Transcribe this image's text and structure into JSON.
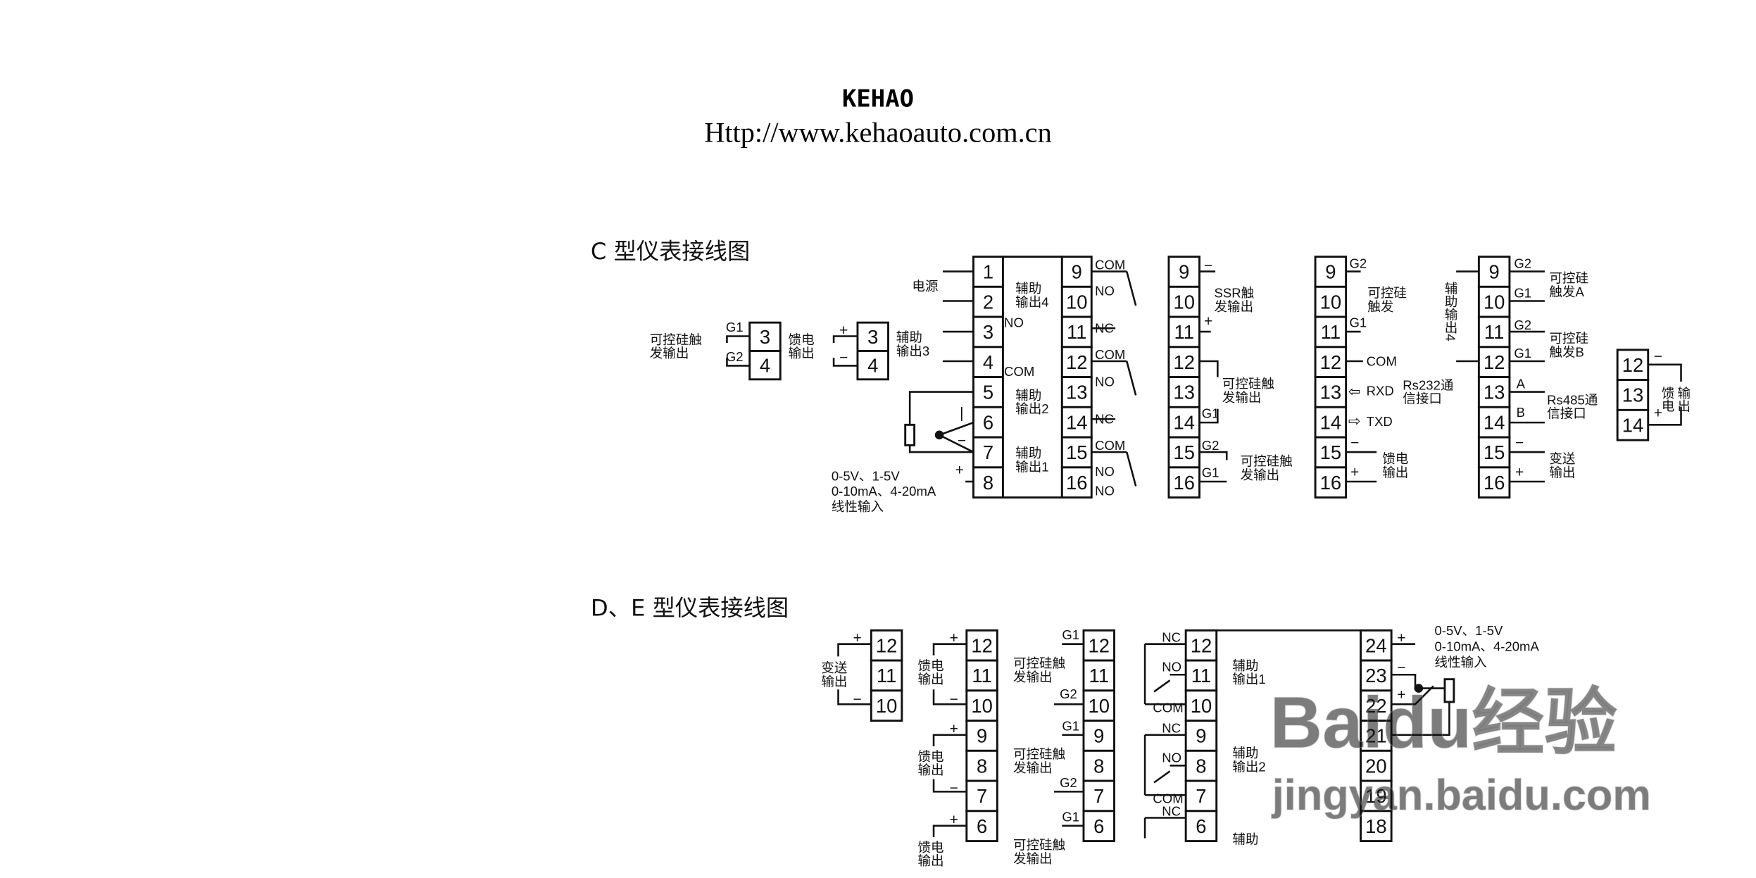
{
  "header": {
    "brand": "KEHAO",
    "url": "Http://www.kehaoauto.com.cn"
  },
  "section_c": {
    "title": "C 型仪表接线图",
    "left_blocks": {
      "scr_output": {
        "label": "可控硅触\n发输出",
        "terminals": [
          "3",
          "4"
        ],
        "pins": [
          "G1",
          "G2"
        ]
      },
      "feed_output": {
        "label": "馈电\n输出",
        "terminals": [
          "3",
          "4"
        ],
        "signs": [
          "+",
          "−"
        ]
      }
    },
    "main_block": {
      "terminals_left": [
        "1",
        "2",
        "3",
        "4",
        "5",
        "6",
        "7",
        "8"
      ],
      "terminals_right": [
        "9",
        "10",
        "11",
        "12",
        "13",
        "14",
        "15",
        "16"
      ],
      "power": "电源",
      "aux3": "辅助\n输出3",
      "aux4": "辅助\n输出4",
      "aux2": "辅助\n输出2",
      "aux1": "辅助\n输出1",
      "no": "NO",
      "nc": "NC",
      "com": "COM",
      "input_spec": [
        "0-5V、1-5V",
        "0-10mA、4-20mA",
        "线性输入"
      ]
    },
    "block_ssr": {
      "terminals": [
        "9",
        "10",
        "11",
        "12",
        "13",
        "14",
        "15",
        "16"
      ],
      "ssr_label": "SSR触\n发输出",
      "scr_label_1": "可控硅触\n发输出",
      "scr_label_2": "可控硅触\n发输出"
    },
    "block_rs232": {
      "terminals": [
        "9",
        "10",
        "11",
        "12",
        "13",
        "14",
        "15",
        "16"
      ],
      "scr_label": "可控硅\n触发",
      "com": "COM",
      "rxd": "RXD",
      "txd": "TXD",
      "comm_label": "Rs232通\n信接口",
      "feed_label": "馈电\n输出"
    },
    "block_rs485": {
      "terminals": [
        "9",
        "10",
        "11",
        "12",
        "13",
        "14",
        "15",
        "16"
      ],
      "aux4": "辅助输出4",
      "trig_a": "可控硅\n触发A",
      "trig_b": "可控硅\n触发B",
      "comm_label": "Rs485通\n信接口",
      "transmit": "变送\n输出",
      "pin_a": "A",
      "pin_b": "B"
    },
    "block_feed": {
      "terminals": [
        "12",
        "13",
        "14"
      ],
      "label": "馈电\n输出"
    }
  },
  "section_de": {
    "title": "D、E 型仪表接线图",
    "transmit": {
      "label": "变送\n输出",
      "terminals": [
        "12",
        "11",
        "10"
      ]
    },
    "feed": {
      "label": "馈电\n输出",
      "terminals": [
        "12",
        "11",
        "10",
        "9",
        "8",
        "7",
        "6"
      ]
    },
    "scr": {
      "label": "可控硅触\n发输出",
      "terminals": [
        "12",
        "11",
        "10",
        "9",
        "8",
        "7",
        "6"
      ]
    },
    "main_left": [
      "12",
      "11",
      "10",
      "9",
      "8",
      "7",
      "6"
    ],
    "main_right": [
      "24",
      "23",
      "22",
      "21",
      "20",
      "19",
      "18"
    ],
    "aux1": "辅助\n输出1",
    "aux2": "辅助\n输出2",
    "aux_partial": "辅助",
    "input_spec": [
      "0-5V、1-5V",
      "0-10mA、4-20mA",
      "线性输入"
    ]
  },
  "watermark": {
    "brand": "Baidu经验",
    "domain": "jingyan.baidu.com"
  }
}
